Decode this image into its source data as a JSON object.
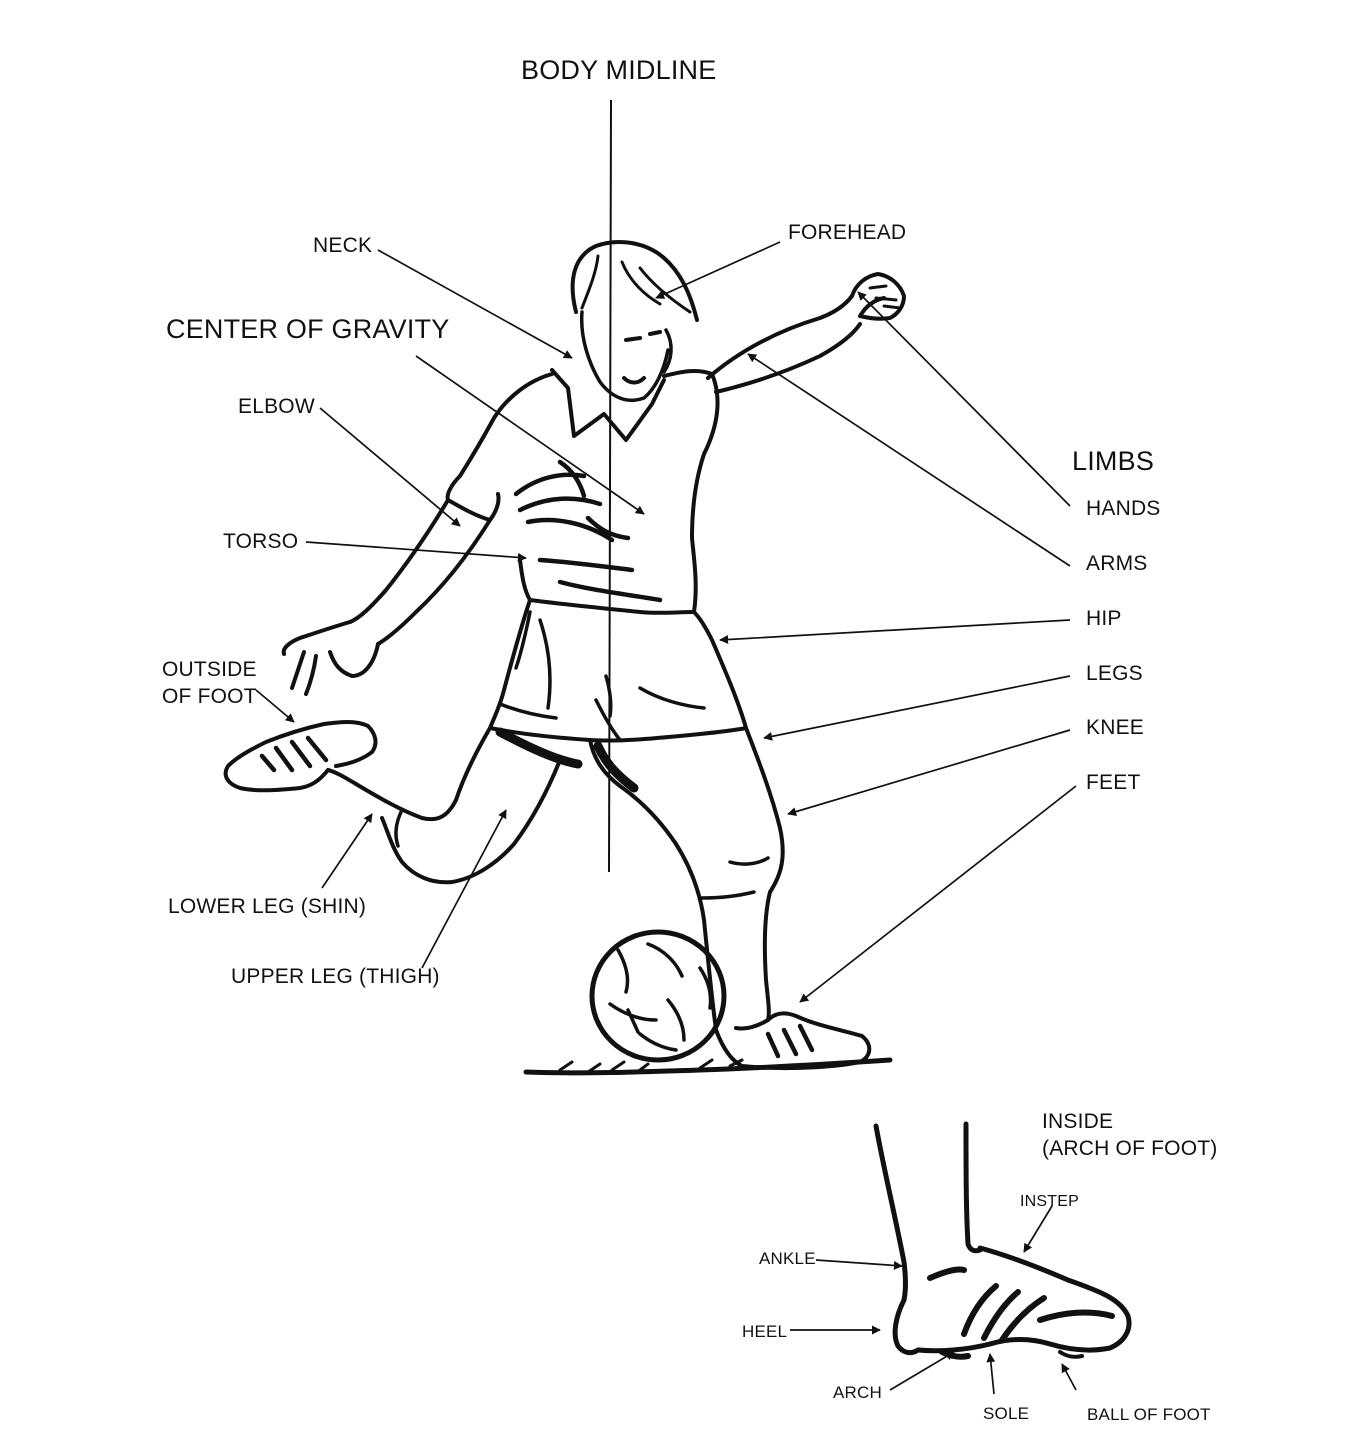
{
  "diagram": {
    "colors": {
      "ink": "#111111",
      "background": "#ffffff"
    },
    "labels": {
      "body_midline": "BODY MIDLINE",
      "center_of_gravity": "CENTER OF GRAVITY",
      "neck": "NECK",
      "forehead": "FOREHEAD",
      "elbow": "ELBOW",
      "torso": "TORSO",
      "outside_of_foot_line1": "OUTSIDE",
      "outside_of_foot_line2": "OF FOOT",
      "lower_leg": "LOWER LEG (SHIN)",
      "upper_leg": "UPPER LEG (THIGH)",
      "limbs": "LIMBS",
      "hands": "HANDS",
      "arms": "ARMS",
      "hip": "HIP",
      "legs": "LEGS",
      "knee": "KNEE",
      "feet": "FEET",
      "inside_line1": "INSIDE",
      "inside_line2": "(ARCH OF FOOT)",
      "instep": "INSTEP",
      "ankle": "ANKLE",
      "heel": "HEEL",
      "arch": "ARCH",
      "sole": "SOLE",
      "ball_of_foot": "BALL OF FOOT"
    }
  }
}
